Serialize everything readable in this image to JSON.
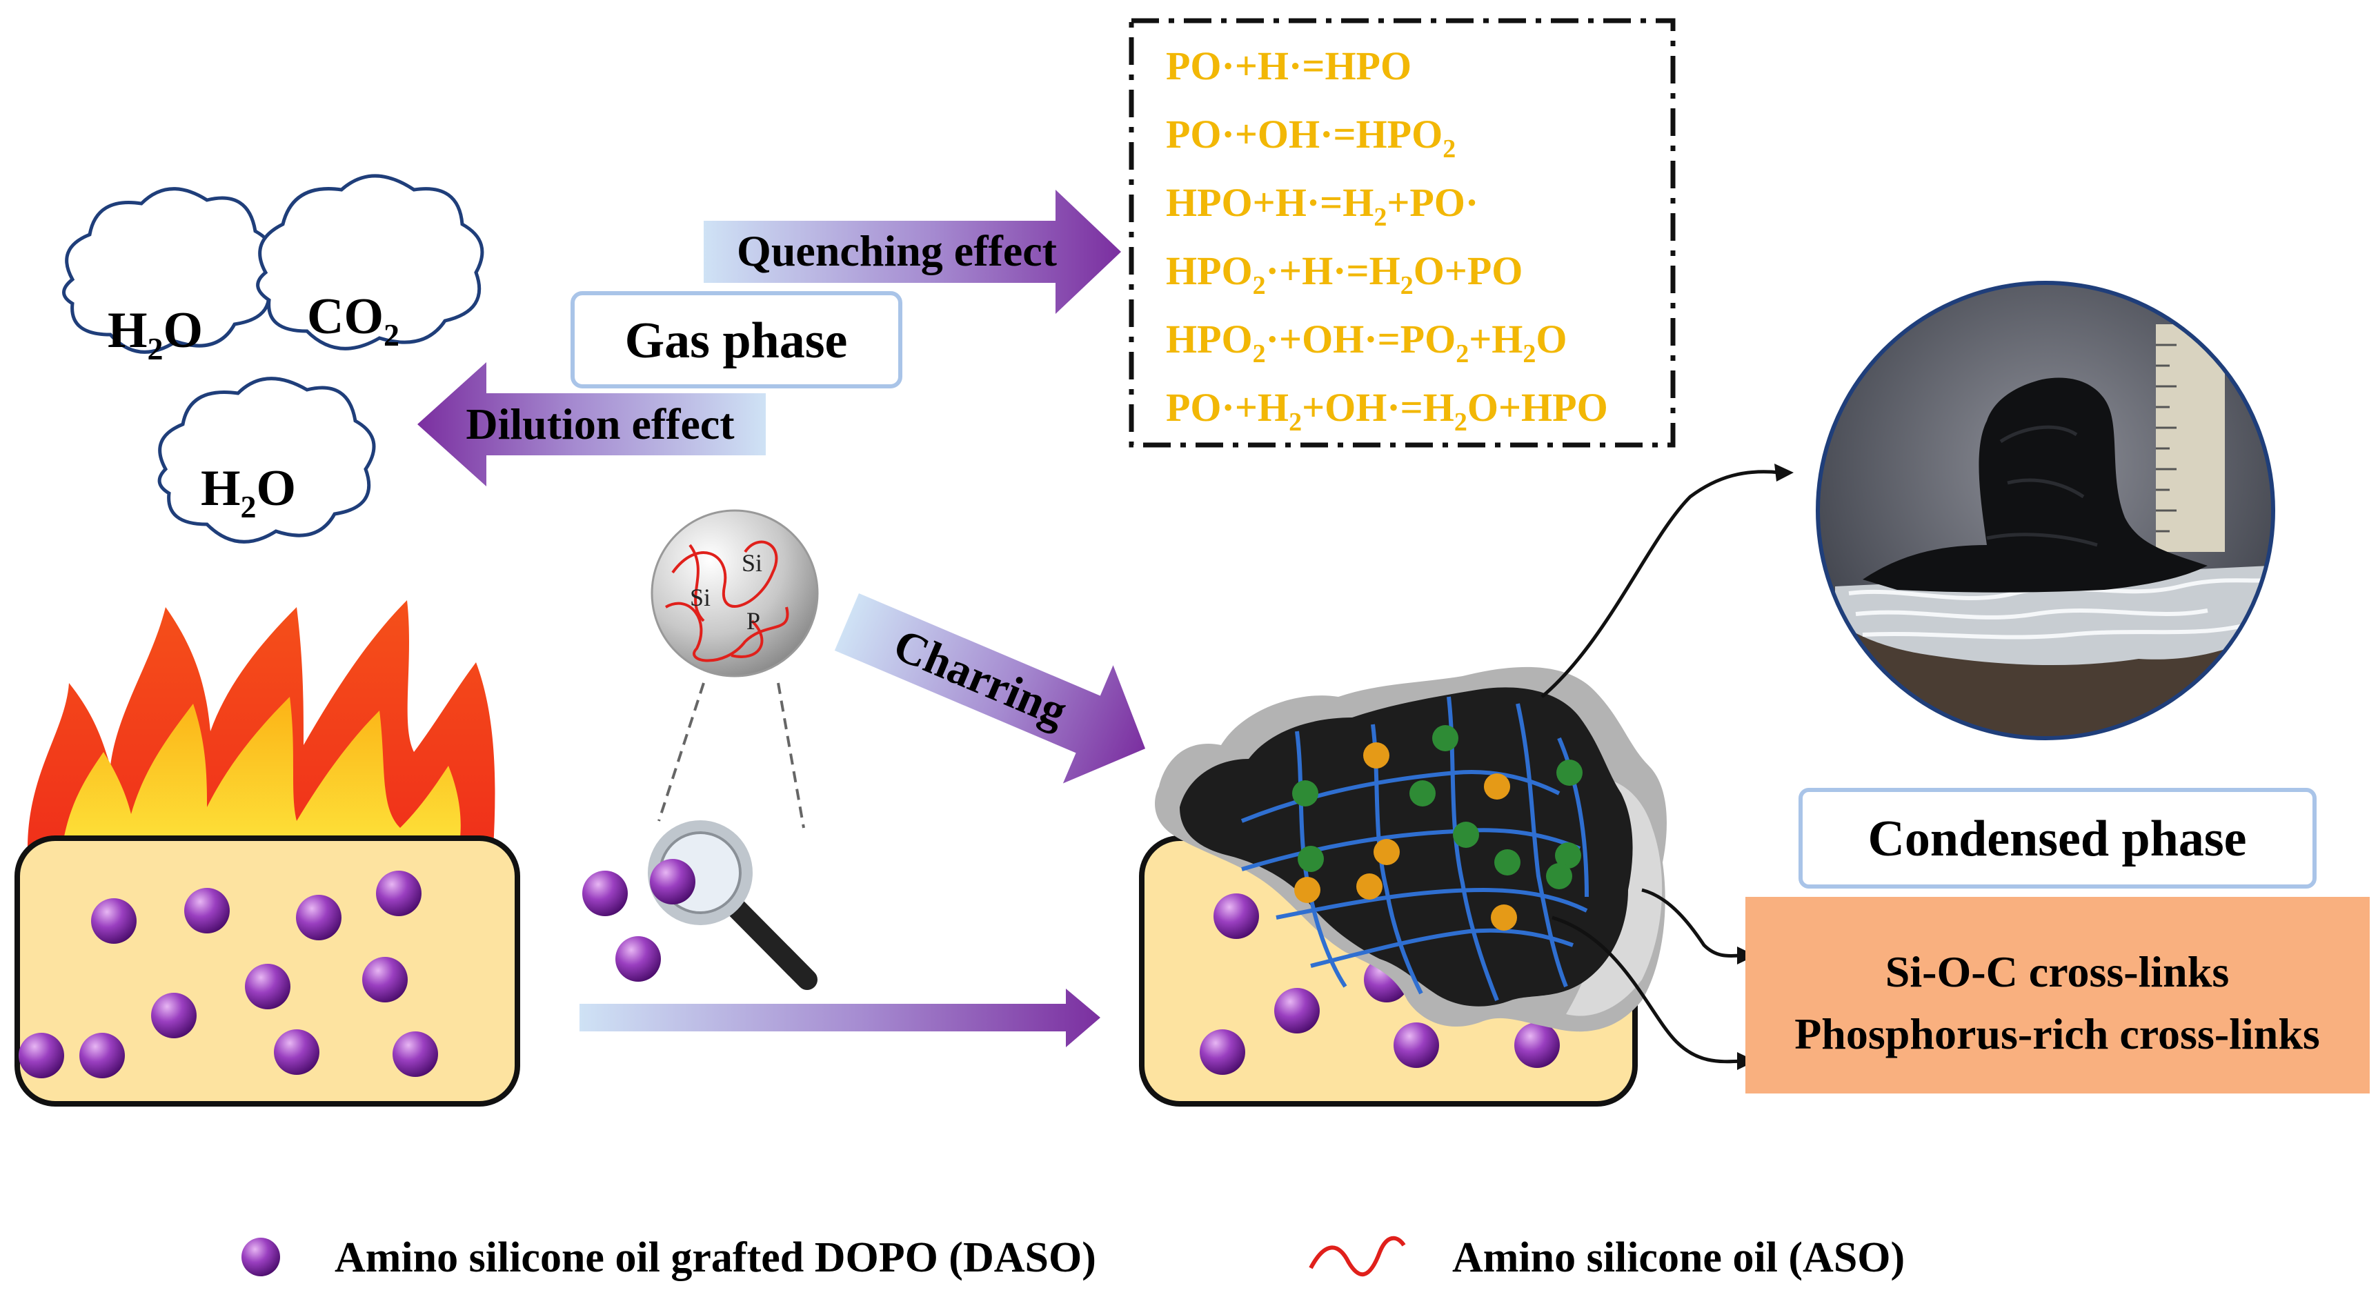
{
  "clouds": [
    {
      "main": "H",
      "sub": "2",
      "tail": "O"
    },
    {
      "main": "CO",
      "sub": "2",
      "tail": ""
    },
    {
      "main": "H",
      "sub": "2",
      "tail": "O"
    }
  ],
  "arrows": {
    "quenching": "Quenching effect",
    "dilution": "Dilution effect",
    "charring": "Charring"
  },
  "labels": {
    "gas_phase": "Gas phase",
    "condensed_phase": "Condensed phase",
    "crosslink_1": "Si-O-C cross-links",
    "crosslink_2": "Phosphorus-rich cross-links"
  },
  "reactions": [
    [
      {
        "t": "PO·+H·=HPO"
      }
    ],
    [
      {
        "t": "PO·+OH·=HPO"
      },
      {
        "s": "2"
      }
    ],
    [
      {
        "t": "HPO+H·=H"
      },
      {
        "s": "2"
      },
      {
        "t": "+PO·"
      }
    ],
    [
      {
        "t": "HPO"
      },
      {
        "s": "2"
      },
      {
        "t": "·+H·=H"
      },
      {
        "s": "2"
      },
      {
        "t": "O+PO"
      }
    ],
    [
      {
        "t": "HPO"
      },
      {
        "s": "2"
      },
      {
        "t": "·+OH·=PO"
      },
      {
        "s": "2"
      },
      {
        "t": "+H"
      },
      {
        "s": "2"
      },
      {
        "t": "O"
      }
    ],
    [
      {
        "t": "PO·+H"
      },
      {
        "s": "2"
      },
      {
        "t": "+OH·=H"
      },
      {
        "s": "2"
      },
      {
        "t": "O+HPO"
      }
    ]
  ],
  "sphere_labels": [
    "Si",
    "Si",
    "P"
  ],
  "legend": {
    "daso": "Amino silicone oil grafted DOPO (DASO)",
    "aso": "Amino silicone oil (ASO)"
  },
  "colors": {
    "purple": "#7b2fa0",
    "reaction_text": "#f2b705",
    "block_fill": "#fde3a0",
    "box_border": "#a9c4e8",
    "condensed_fill": "#f9b07f",
    "net_blue": "#2f6fd1",
    "node_green": "#2e8b35",
    "node_orange": "#e59a17",
    "aso_red": "#e0201b"
  }
}
